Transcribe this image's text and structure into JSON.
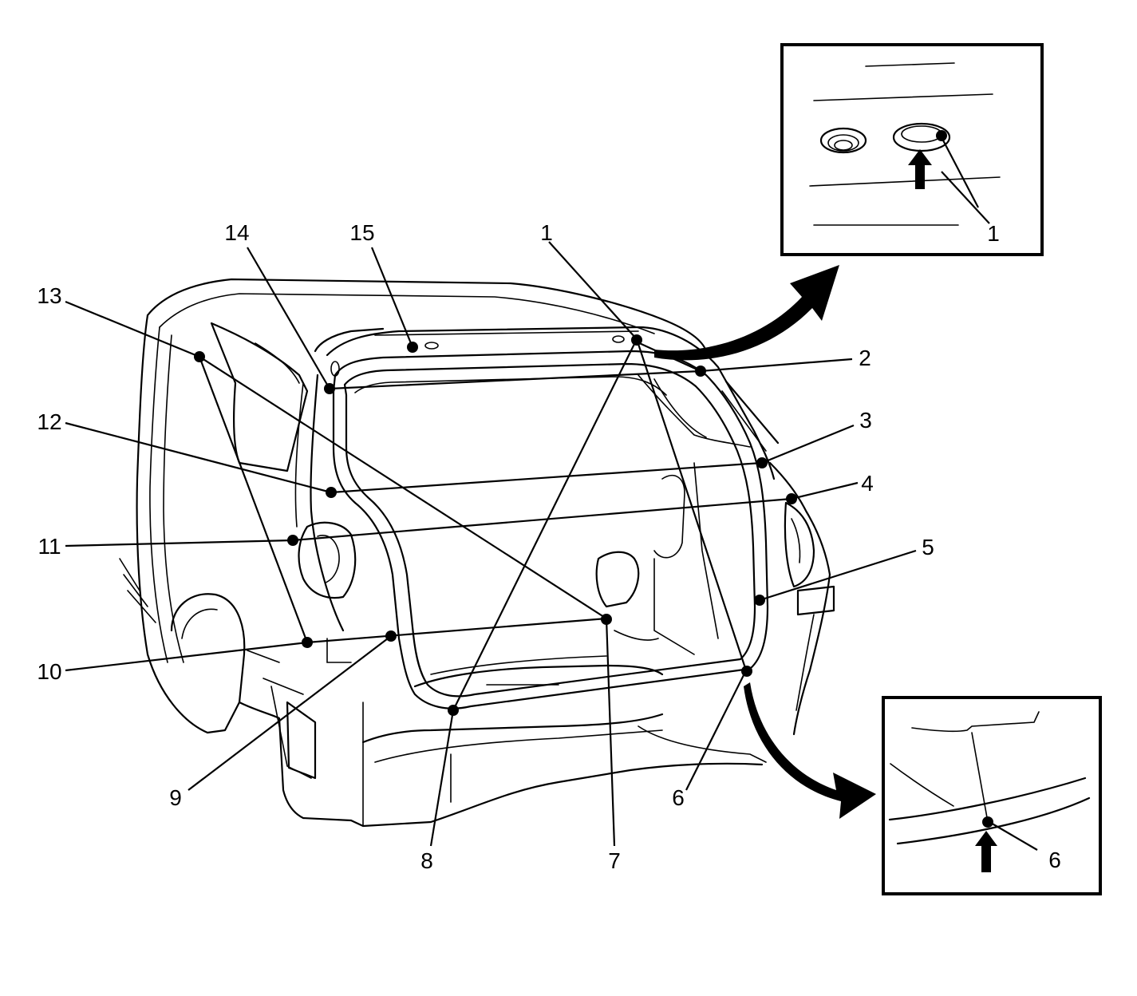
{
  "callouts": [
    {
      "id": "1",
      "label": "1"
    },
    {
      "id": "2",
      "label": "2"
    },
    {
      "id": "3",
      "label": "3"
    },
    {
      "id": "4",
      "label": "4"
    },
    {
      "id": "5",
      "label": "5"
    },
    {
      "id": "6",
      "label": "6"
    },
    {
      "id": "7",
      "label": "7"
    },
    {
      "id": "8",
      "label": "8"
    },
    {
      "id": "9",
      "label": "9"
    },
    {
      "id": "10",
      "label": "10"
    },
    {
      "id": "11",
      "label": "11"
    },
    {
      "id": "12",
      "label": "12"
    },
    {
      "id": "13",
      "label": "13"
    },
    {
      "id": "14",
      "label": "14"
    },
    {
      "id": "15",
      "label": "15"
    }
  ],
  "detail_views": {
    "top_inset": {
      "callout_label": "1"
    },
    "bottom_inset": {
      "callout_label": "6"
    }
  }
}
